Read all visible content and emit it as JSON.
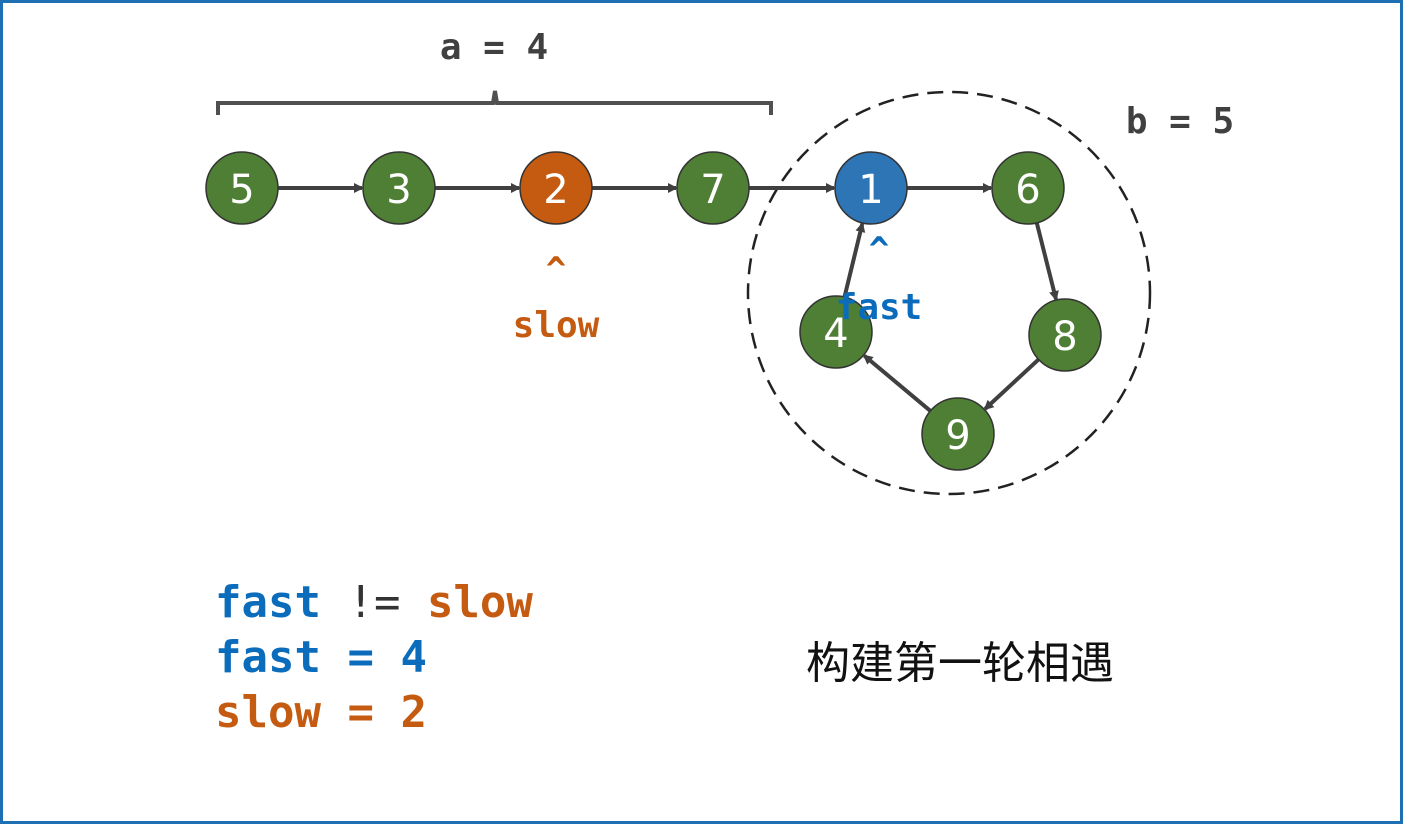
{
  "colors": {
    "node_default": "#4f7f34",
    "node_slow": "#c55a11",
    "node_fast": "#2e75b6",
    "fast_text": "#0b6cbc",
    "slow_text": "#c55a11",
    "edge": "#404040",
    "annotation": "#404040",
    "border": "#1f6fb5"
  },
  "labels": {
    "a_label": "a = 4",
    "b_label": "b = 5",
    "slow_caret": "^",
    "slow_pointer": "slow",
    "fast_caret": "^",
    "fast_pointer": "fast"
  },
  "nodes": [
    {
      "id": "n5a",
      "value": "5",
      "role": "default"
    },
    {
      "id": "n3",
      "value": "3",
      "role": "default"
    },
    {
      "id": "n2",
      "value": "2",
      "role": "slow"
    },
    {
      "id": "n7",
      "value": "7",
      "role": "default"
    },
    {
      "id": "n1",
      "value": "1",
      "role": "fast"
    },
    {
      "id": "n6",
      "value": "6",
      "role": "default"
    },
    {
      "id": "n8",
      "value": "8",
      "role": "default"
    },
    {
      "id": "n9",
      "value": "9",
      "role": "default"
    },
    {
      "id": "n4",
      "value": "4",
      "role": "default"
    }
  ],
  "edges": [
    [
      "n5a",
      "n3"
    ],
    [
      "n3",
      "n2"
    ],
    [
      "n2",
      "n7"
    ],
    [
      "n7",
      "n1"
    ],
    [
      "n1",
      "n6"
    ],
    [
      "n6",
      "n8"
    ],
    [
      "n8",
      "n9"
    ],
    [
      "n9",
      "n4"
    ],
    [
      "n4",
      "n1"
    ]
  ],
  "code": {
    "line1": {
      "fast": "fast",
      "op": " != ",
      "slow": "slow"
    },
    "line2": {
      "name": "fast",
      "rest": " = 4"
    },
    "line3": {
      "name": "slow",
      "rest": " = 2"
    }
  },
  "caption": "构建第一轮相遇"
}
